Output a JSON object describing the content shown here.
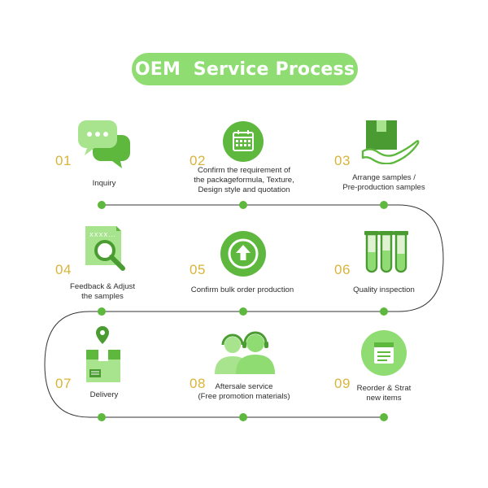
{
  "title": "OEM  Service Process",
  "steps": [
    {
      "number": "01",
      "lines": [
        "Inquiry"
      ],
      "icon": "chat-bubbles-icon"
    },
    {
      "number": "02",
      "lines": [
        "Confirm the requirement of",
        "the packageformula, Texture,",
        "Design style and quotation"
      ],
      "icon": "calendar-icon"
    },
    {
      "number": "03",
      "lines": [
        "Arrange samples /",
        "Pre-production samples"
      ],
      "icon": "hand-box-icon"
    },
    {
      "number": "04",
      "lines": [
        "Feedback & Adjust",
        "the samples"
      ],
      "icon": "document-magnifier-icon"
    },
    {
      "number": "05",
      "lines": [
        "Confirm bulk order production"
      ],
      "icon": "upload-arrow-icon"
    },
    {
      "number": "06",
      "lines": [
        "Quality inspection"
      ],
      "icon": "test-tubes-icon"
    },
    {
      "number": "07",
      "lines": [
        "Delivery"
      ],
      "icon": "package-location-icon"
    },
    {
      "number": "08",
      "lines": [
        "Aftersale service",
        "(Free promotion materials)"
      ],
      "icon": "support-headset-icon"
    },
    {
      "number": "09",
      "lines": [
        "Reorder & Strat",
        "new items"
      ],
      "icon": "reorder-list-icon"
    }
  ],
  "colors": {
    "accent": "#8fdc73",
    "dark_green": "#4a9c32",
    "number": "#d9b43a",
    "line": "#333333"
  }
}
